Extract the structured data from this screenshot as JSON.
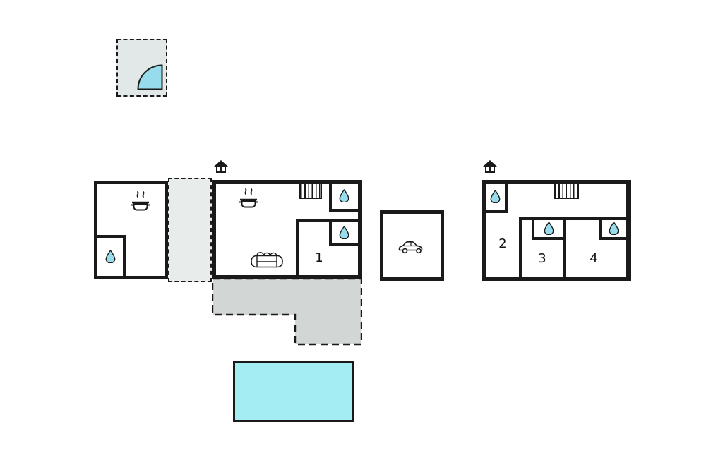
{
  "floorplan": {
    "bedrooms": {
      "room1_label": "1",
      "room2_label": "2",
      "room3_label": "3",
      "room4_label": "4"
    },
    "colors": {
      "wall": "#1a1a1a",
      "water_feature": "#97dcec",
      "pool": "#a4edf2",
      "terrace": "#d2d6d5",
      "passage": "#e8eceb",
      "outbuilding": "#e2e8e7"
    },
    "legend_icons": {
      "kitchen": "cooking-pot-with-steam-icon",
      "bathroom": "water-drop-icon",
      "stairs": "stairs-icon",
      "entrance": "house-entrance-icon",
      "living_room": "sofa-icon",
      "garage": "car-icon",
      "outbuilding_door": "door-swing-icon"
    }
  }
}
